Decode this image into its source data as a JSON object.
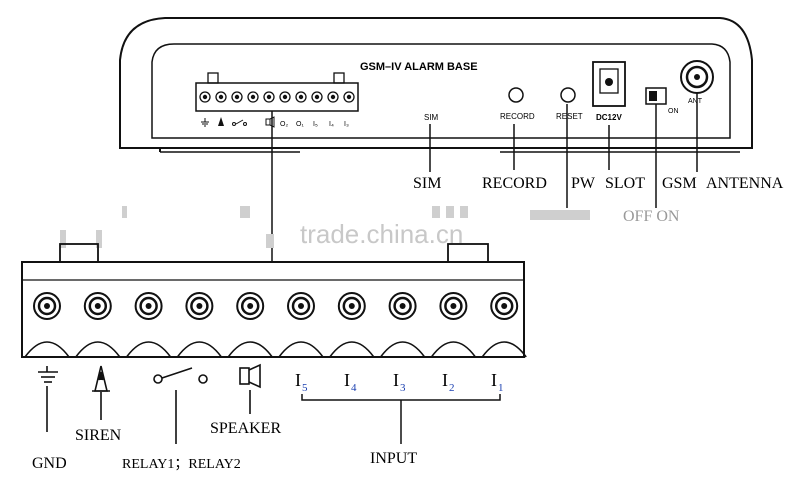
{
  "device": {
    "title": "GSM–IV ALARM BASE",
    "panel_labels": {
      "sim": "SIM",
      "record": "RECORD",
      "reset": "RESET",
      "dc": "DC12V",
      "on": "ON",
      "ant": "ANT"
    },
    "small_terminal_labels": [
      "O₂",
      "O₁",
      "I₅",
      "I₄",
      "I₃"
    ]
  },
  "callouts": {
    "sim": "SIM",
    "record": "RECORD",
    "pw": "PW",
    "slot": "SLOT",
    "gsm": "GSM",
    "antenna": "ANTENNA",
    "off_on": "OFF ON"
  },
  "terminal_block": {
    "terminal_count": 10,
    "input_labels": [
      {
        "main": "I",
        "sub": "5"
      },
      {
        "main": "I",
        "sub": "4"
      },
      {
        "main": "I",
        "sub": "3"
      },
      {
        "main": "I",
        "sub": "2"
      },
      {
        "main": "I",
        "sub": "1"
      }
    ],
    "labels": {
      "gnd": "GND",
      "siren": "SIREN",
      "relay": "RELAY1；RELAY2",
      "speaker": "SPEAKER",
      "input": "INPUT"
    },
    "icons": [
      "ground-icon",
      "siren-icon",
      "relay-switch-icon",
      "speaker-icon"
    ]
  },
  "watermark": "trade.china.cn",
  "colors": {
    "line": "#111111",
    "subscript_blue": "#1a3fb0",
    "watermark": "#c8c8c8"
  }
}
